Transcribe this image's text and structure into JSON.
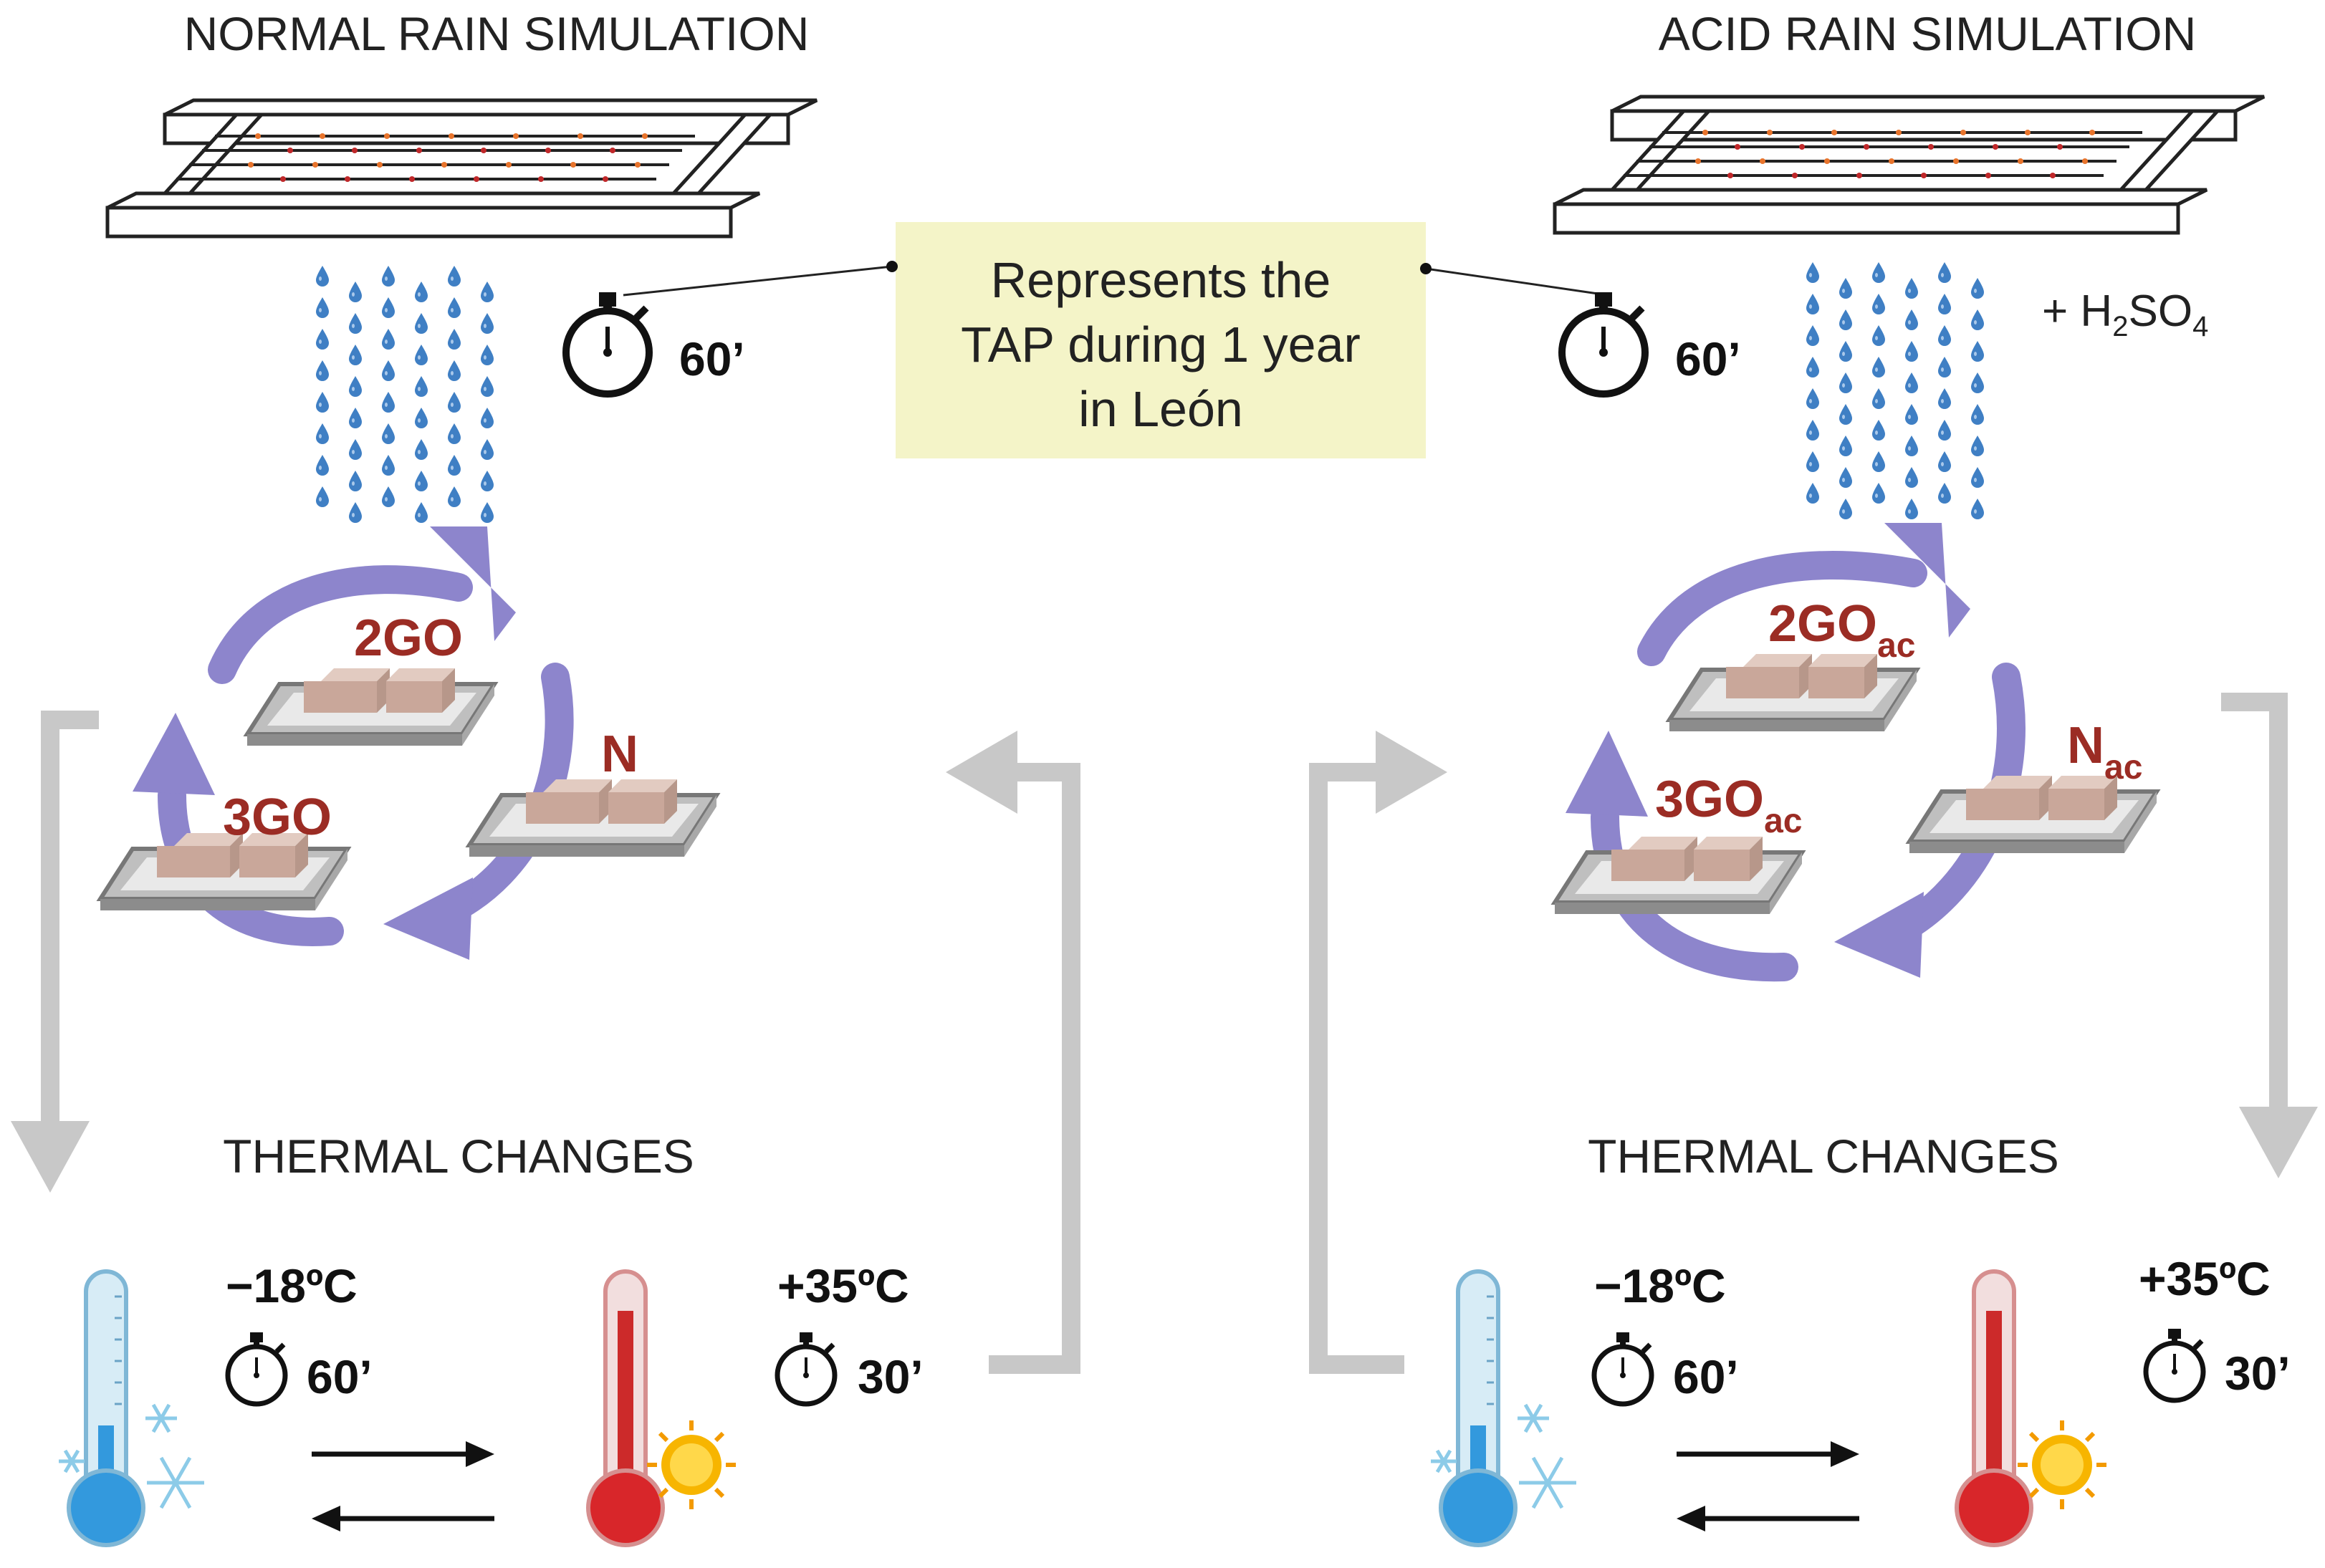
{
  "left_panel": {
    "title": "NORMAL RAIN SIMULATION",
    "rain_duration": "60’",
    "samples": {
      "top": "2GO",
      "right": "N",
      "left": "3GO"
    },
    "thermal_title": "THERMAL CHANGES",
    "cold": {
      "temp": "−18ºC",
      "duration": "60’"
    },
    "hot": {
      "temp": "+35ºC",
      "duration": "30’"
    }
  },
  "right_panel": {
    "title": "ACID RAIN SIMULATION",
    "rain_duration": "60’",
    "additive_prefix": "+ H",
    "additive_sub1": "2",
    "additive_mid": "SO",
    "additive_sub2": "4",
    "samples": {
      "top": "2GO",
      "top_sub": "ac",
      "right": "N",
      "right_sub": "ac",
      "left": "3GO",
      "left_sub": "ac"
    },
    "thermal_title": "THERMAL CHANGES",
    "cold": {
      "temp": "−18ºC",
      "duration": "60’"
    },
    "hot": {
      "temp": "+35ºC",
      "duration": "30’"
    }
  },
  "note": {
    "line1": "Represents the",
    "line2": "TAP during 1 year",
    "line3": "in León"
  },
  "colors": {
    "purple": "#8d85cc",
    "sample_red": "#9b2c24",
    "gray_arrow": "#c8c8c8",
    "note_bg": "#f4f4c8",
    "drop": "#3f7fc4",
    "tray": "#8c8c8c",
    "brick": "#d6b8ac"
  }
}
